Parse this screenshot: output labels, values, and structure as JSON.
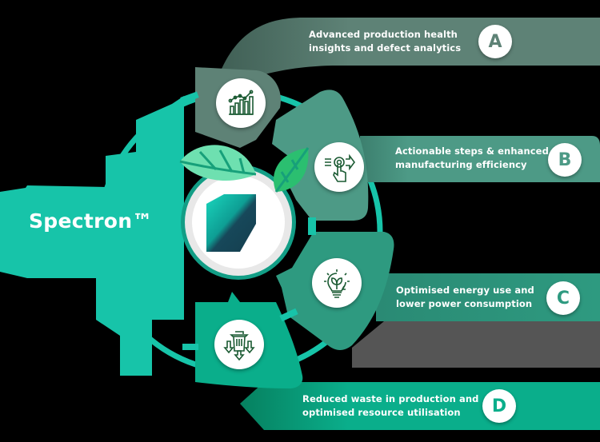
{
  "brand": {
    "name": "Spectron™"
  },
  "colors": {
    "background": "#000000",
    "teal_bright": "#17c4a9",
    "panel_a": "#5e8276",
    "panel_b": "#4d9a86",
    "panel_c": "#2e9a80",
    "panel_d": "#0aae8b",
    "icon_green": "#1a5a32",
    "logo_top": "#13c9b0",
    "logo_bottom": "#17485a",
    "leaf_light": "#6ee0b0",
    "leaf_dark": "#2bbf70"
  },
  "benefits": [
    {
      "letter": "A",
      "line1": "Advanced production health",
      "line2": "insights and defect analytics",
      "icon": "bar-chart-growth-icon"
    },
    {
      "letter": "B",
      "line1": "Actionable steps & enhanced",
      "line2": "manufacturing efficiency",
      "icon": "hand-gear-arrow-icon"
    },
    {
      "letter": "C",
      "line1": "Optimised energy use and",
      "line2": "lower power consumption",
      "icon": "eco-lightbulb-icon"
    },
    {
      "letter": "D",
      "line1": "Reduced waste in production and",
      "line2": "optimised resource utilisation",
      "icon": "trash-arrows-down-icon"
    }
  ]
}
